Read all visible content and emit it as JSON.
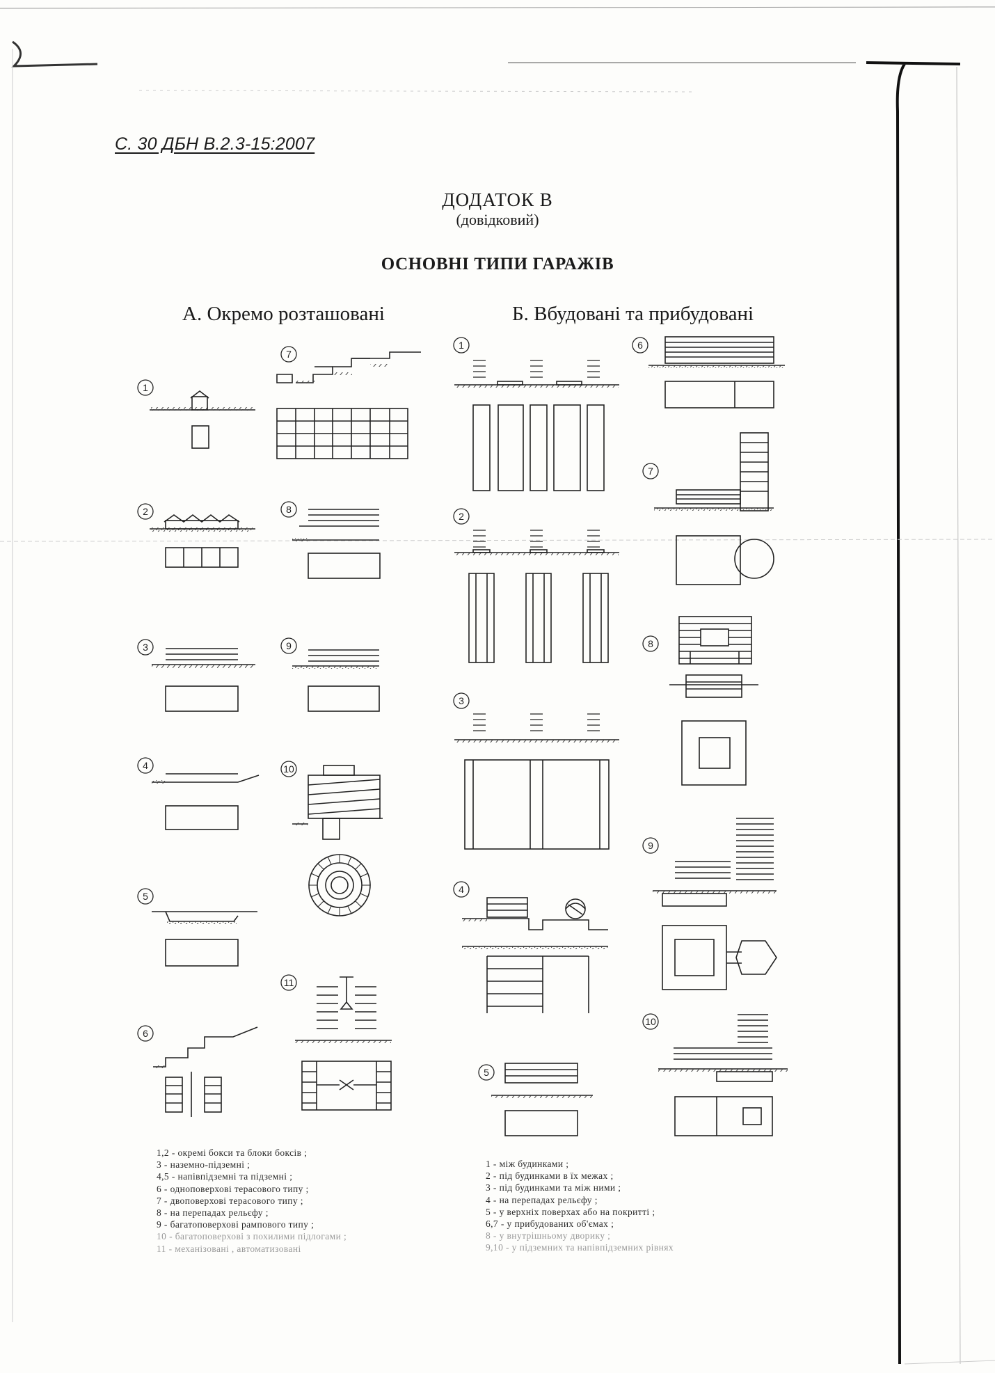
{
  "header": {
    "ref": "С. 30  ДБН В.2.3-15:2007"
  },
  "appendix": {
    "title": "ДОДАТОК В",
    "subtitle": "(довідковий)"
  },
  "main_title": "ОСНОВНІ ТИПИ ГАРАЖІВ",
  "columns": {
    "a": {
      "title": "А. Окремо розташовані"
    },
    "b": {
      "title": "Б. Вбудовані та прибудовані"
    }
  },
  "figure_numbers": {
    "a": [
      "1",
      "2",
      "3",
      "4",
      "5",
      "6",
      "7",
      "8",
      "9",
      "10",
      "11"
    ],
    "b": [
      "1",
      "2",
      "3",
      "4",
      "5",
      "6",
      "7",
      "8",
      "9",
      "10"
    ]
  },
  "legend_a": [
    "1,2 - окремі бокси та блоки боксів ;",
    "3 - наземно-підземні ;",
    "4,5 - напівпідземні та підземні ;",
    "6 - одноповерхові терасового типу ;",
    "7 - двоповерхові терасового типу ;",
    "8 - на перепадах рельєфу ;",
    "9 - багатоповерхові рампового типу ;",
    "10 - багатоповерхові з похилими підлогами ;",
    "11 - механізовані , автоматизовані"
  ],
  "legend_b": [
    "1 - між будинками ;",
    "2 - під будинками в їх межах ;",
    "3 - під будинками та між ними ;",
    "4 - на перепадах рельєфу ;",
    "5 - у верхніх поверхах або на покритті ;",
    "6,7 - у прибудованих об'ємах ;",
    "8 - у внутрішньому дворику ;",
    "9,10 - у підземних та напівпідземних рівнях"
  ]
}
